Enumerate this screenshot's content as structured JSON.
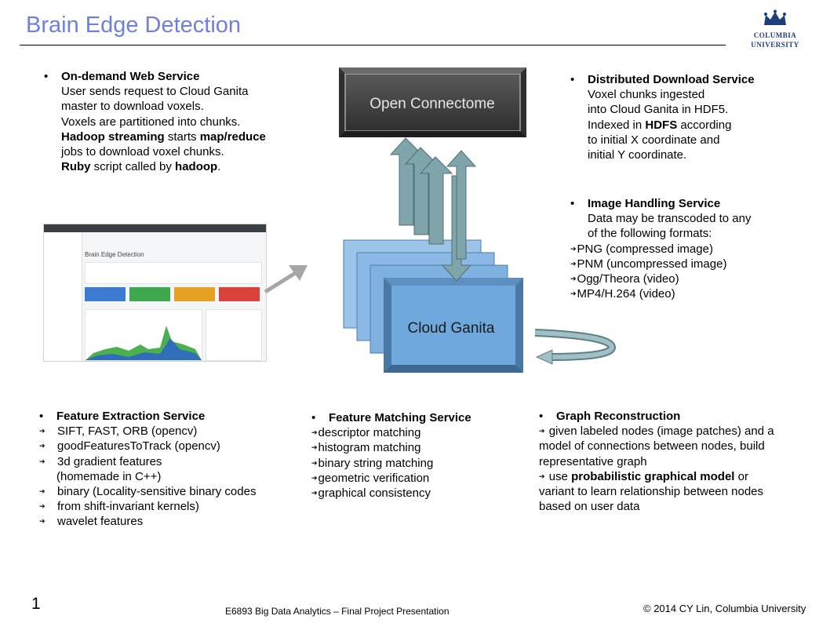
{
  "title": "Brain Edge Detection",
  "logo": {
    "line1": "Columbia",
    "line2": "University"
  },
  "diagram": {
    "top_box": "Open Connectome",
    "center_box": "Cloud Ganita"
  },
  "screenshot": {
    "heading": "Brain Edge Detection"
  },
  "sections": {
    "web_service": {
      "header": "On-demand Web Service",
      "lines": [
        "User sends request to Cloud Ganita",
        "master to download voxels.",
        "Voxels are partitioned into chunks."
      ],
      "line4": {
        "a": "Hadoop streaming",
        "b": " starts ",
        "c": "map/reduce"
      },
      "line5": "jobs to download voxel chunks.",
      "line6": {
        "a": "Ruby",
        "b": " script called by ",
        "c": "hadoop",
        "d": "."
      }
    },
    "download_service": {
      "header": "Distributed Download Service",
      "lines": [
        "Voxel chunks ingested",
        "into Cloud Ganita in HDF5."
      ],
      "line3": {
        "a": "Indexed in ",
        "b": "HDFS",
        "c": " according"
      },
      "lines2": [
        "to initial X coordinate and",
        "initial Y coordinate."
      ]
    },
    "image_service": {
      "header": "Image Handling Service",
      "lines": [
        "Data may be transcoded to any",
        "of the following formats:"
      ],
      "formats": [
        "PNG (compressed image)",
        "PNM (uncompressed image)",
        "Ogg/Theora (video)",
        "MP4/H.264 (video)"
      ]
    },
    "feature_extraction": {
      "header": "Feature Extraction Service",
      "items": [
        "SIFT, FAST, ORB (opencv)",
        "goodFeaturesToTrack (opencv)",
        "3d gradient features"
      ],
      "item3_cont": "(homemade in C++)",
      "items2": [
        "binary (Locality-sensitive binary codes",
        "from shift-invariant kernels)",
        "wavelet features"
      ]
    },
    "feature_matching": {
      "header": "Feature Matching Service",
      "items": [
        "descriptor matching",
        "histogram matching",
        "binary string matching",
        "geometric verification",
        "graphical consistency"
      ]
    },
    "graph_reconstruction": {
      "header": "Graph Reconstruction",
      "p1": [
        "given labeled nodes (image patches) and a",
        "model of connections between nodes, build",
        "representative graph"
      ],
      "p2": {
        "a": "use ",
        "b": "probabilistic graphical model",
        "c": " or"
      },
      "p2_rest": [
        "variant to learn relationship between nodes",
        "based on user data"
      ]
    }
  },
  "footer": {
    "page": "1",
    "center": "E6893 Big Data Analytics – Final Project Presentation",
    "right": "© 2014 CY Lin, Columbia University"
  },
  "colors": {
    "title": "#6f7fe0",
    "dark_box": "#3c3c3c",
    "blue_box": "#6fa8dc",
    "teal_arrow": "#7aa2a8"
  }
}
